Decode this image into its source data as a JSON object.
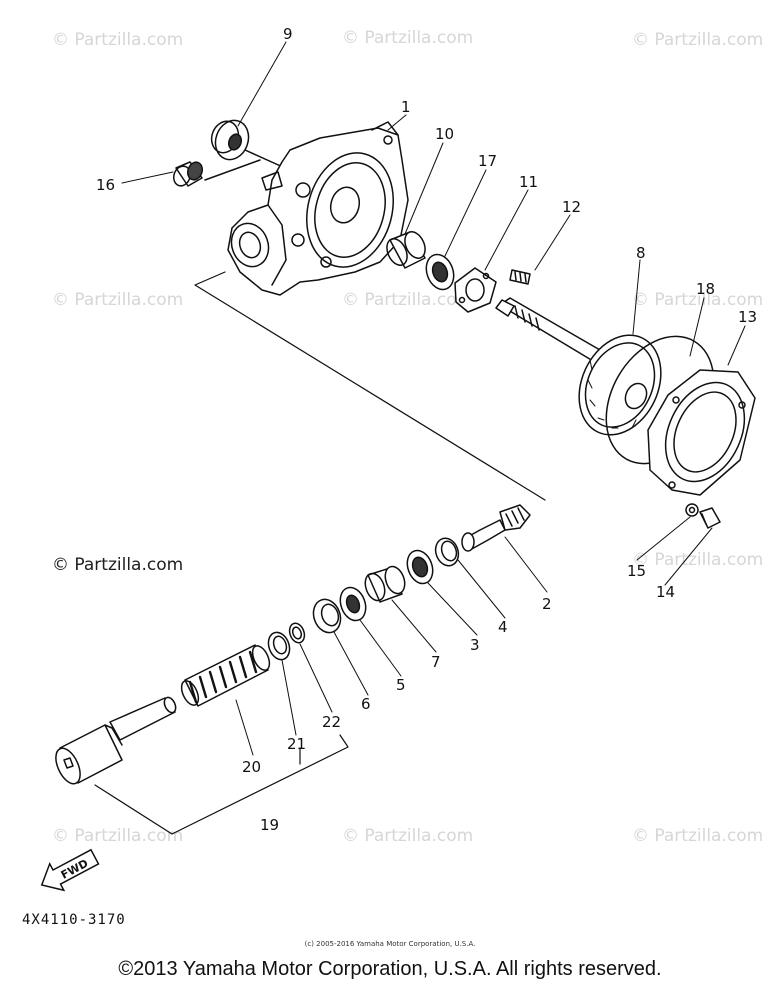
{
  "watermark": "© Partzilla.com",
  "callouts": [
    "1",
    "2",
    "3",
    "4",
    "5",
    "6",
    "7",
    "8",
    "9",
    "10",
    "11",
    "12",
    "13",
    "14",
    "15",
    "16",
    "17",
    "18",
    "19",
    "20",
    "21",
    "22"
  ],
  "fwd_label": "FWD",
  "diagram_code": "4X4110-3170",
  "small_copyright": "(c) 2005-2016 Yamaha Motor Corporation, U.S.A.",
  "footer": "©2013 Yamaha Motor Corporation, U.S.A. All rights reserved."
}
